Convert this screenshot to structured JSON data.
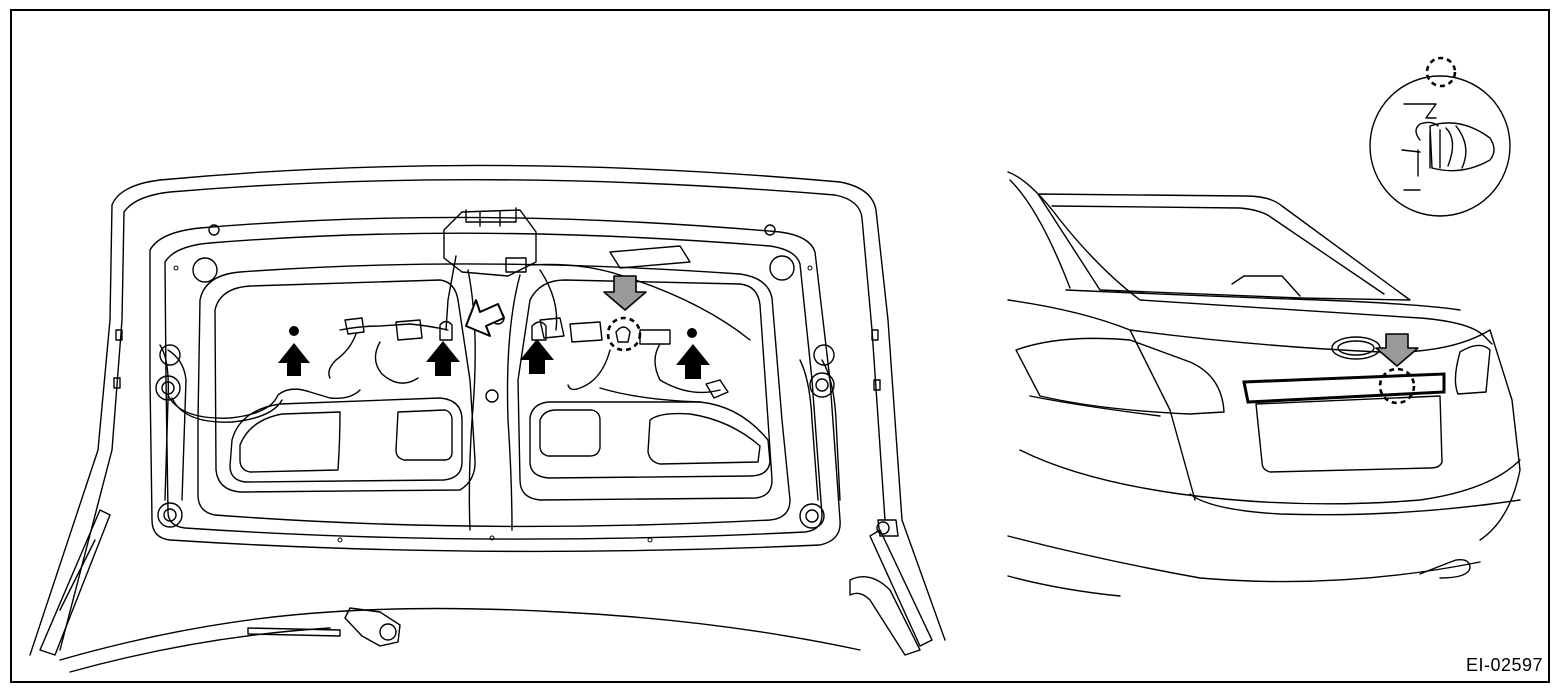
{
  "figure_code": "EI-02597",
  "arrow_colors": {
    "black": "#000000",
    "gray": "#9a9a9a",
    "outline": "#ffffff"
  },
  "icons": [
    "trunk-lid-inner-panel",
    "black-clip-arrow",
    "gray-clip-arrow",
    "outline-direction-arrow",
    "clip-detail-inset",
    "vehicle-rear-view"
  ]
}
